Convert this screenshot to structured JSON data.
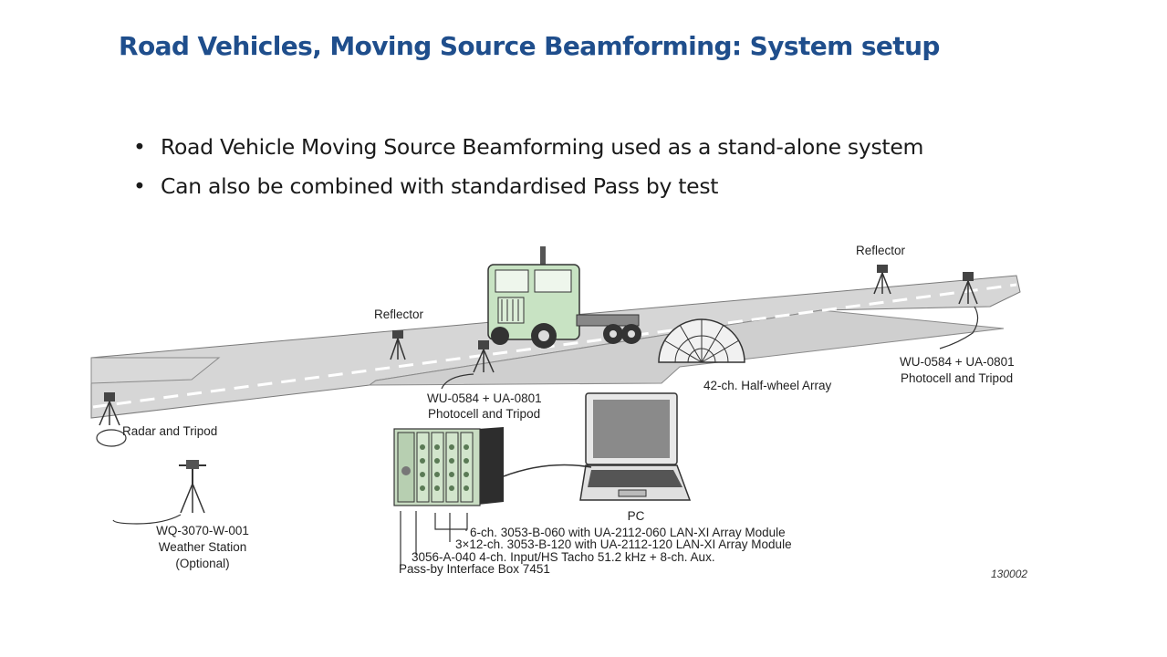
{
  "title": "Road Vehicles, Moving Source Beamforming: System setup",
  "bullets": [
    "Road Vehicle Moving Source Beamforming used as a stand-alone system",
    "Can also be combined with standardised Pass by test"
  ],
  "diagram": {
    "reflector_left": "Reflector",
    "reflector_right": "Reflector",
    "photocell_center_line1": "WU-0584 + UA-0801",
    "photocell_center_line2": "Photocell and Tripod",
    "photocell_right_line1": "WU-0584 + UA-0801",
    "photocell_right_line2": "Photocell and Tripod",
    "array_label": "42-ch. Half-wheel Array",
    "radar_label": "Radar and Tripod",
    "weather_line1": "WQ-3070-W-001",
    "weather_line2": "Weather Station",
    "weather_line3": "(Optional)",
    "pc_label": "PC",
    "module_lines": [
      "6-ch. 3053-B-060 with UA-2112-060 LAN-XI Array Module",
      "3×12-ch. 3053-B-120 with UA-2112-120 LAN-XI Array Module",
      "3056-A-040 4-ch. Input/HS Tacho 51.2 kHz + 8-ch. Aux.",
      "Pass-by Interface Box 7451"
    ],
    "figure_code": "130002"
  }
}
